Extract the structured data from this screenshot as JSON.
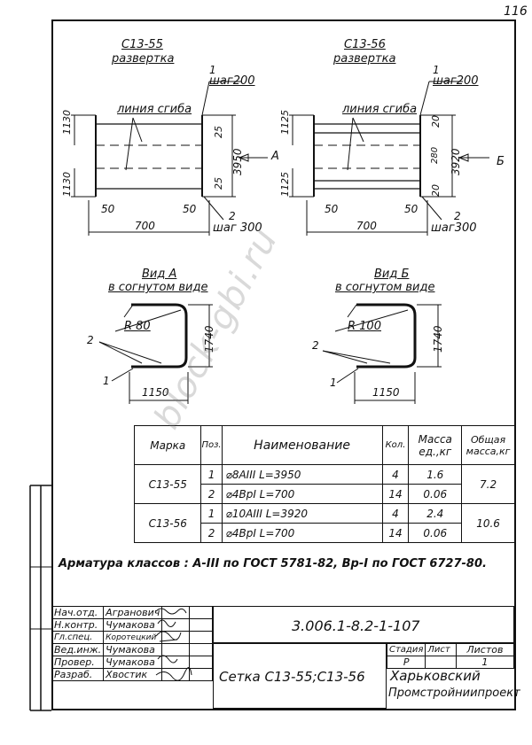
{
  "sheet_number": "116",
  "drawing1": {
    "title": "С13-55",
    "subtitle": "развертка",
    "pos1": "1",
    "step1": "шаг200",
    "bend_line": "линия сгиба",
    "dim_1130_top": "1130",
    "dim_1130_bottom": "1130",
    "dim_25_top": "25",
    "dim_25_bottom": "25",
    "dim_3950": "3950",
    "view_arrow": "А",
    "dim_50_left": "50",
    "dim_50_right": "50",
    "pos2": "2",
    "dim_700": "700",
    "step2": "шаг 300"
  },
  "drawing2": {
    "title": "С13-56",
    "subtitle": "развертка",
    "pos1": "1",
    "step1": "шаг200",
    "bend_line": "линия сгиба",
    "dim_1125_top": "1125",
    "dim_1125_bottom": "1125",
    "dim_20_top": "20",
    "dim_280": "280",
    "dim_20_bottom": "20",
    "dim_3920": "3920",
    "view_arrow": "Б",
    "dim_50_left": "50",
    "dim_50_right": "50",
    "pos2": "2",
    "dim_700": "700",
    "step2": "шаг300"
  },
  "viewA": {
    "title": "Вид А",
    "subtitle": "в согнутом виде",
    "radius": "R 80",
    "height": "1740",
    "pos2": "2",
    "pos1": "1",
    "width": "1150"
  },
  "viewB": {
    "title": "Вид Б",
    "subtitle": "в согнутом виде",
    "radius": "R 100",
    "height": "1740",
    "pos2": "2",
    "pos1": "1",
    "width": "1150"
  },
  "spec_table": {
    "headers": {
      "mark": "Марка",
      "pos": "Поз.",
      "name": "Наименование",
      "qty": "Кол.",
      "unit_mass": "Масса ед.,кг",
      "total_mass": "Общая масса,кг"
    },
    "groups": [
      {
        "mark": "С13-55",
        "total": "7.2",
        "rows": [
          {
            "pos": "1",
            "name": "⌀8AIII   L=3950",
            "qty": "4",
            "mass": "1.6"
          },
          {
            "pos": "2",
            "name": "⌀4BpI   L=700",
            "qty": "14",
            "mass": "0.06"
          }
        ]
      },
      {
        "mark": "С13-56",
        "total": "10.6",
        "rows": [
          {
            "pos": "1",
            "name": "⌀10AIII  L=3920",
            "qty": "4",
            "mass": "2.4"
          },
          {
            "pos": "2",
            "name": "⌀4BpI   L=700",
            "qty": "14",
            "mass": "0.06"
          }
        ]
      }
    ]
  },
  "note": "Арматура классов : А-III по ГОСТ 5781-82, Вр-I по ГОСТ 6727-80.",
  "stamp": {
    "people": [
      {
        "role": "Нач.отд.",
        "name": "Агранович"
      },
      {
        "role": "Н.контр.",
        "name": "Чумакова"
      },
      {
        "role": "Гл.спец.",
        "name": "Коротецкий"
      },
      {
        "role": "Вед.инж.",
        "name": "Чумакова"
      },
      {
        "role": "Провер.",
        "name": "Чумакова"
      },
      {
        "role": "Разраб.",
        "name": "Хвостик"
      }
    ],
    "doc_code": "3.006.1-8.2-1-107",
    "stage_label": "Стадия",
    "sheet_label": "Лист",
    "sheets_label": "Листов",
    "stage_value": "Р",
    "sheets_value": "1",
    "title": "Сетка С13-55;С13-56",
    "org_line1": "Харьковский",
    "org_line2": "Промстройниипроект"
  },
  "watermark": "block-gbi.ru"
}
